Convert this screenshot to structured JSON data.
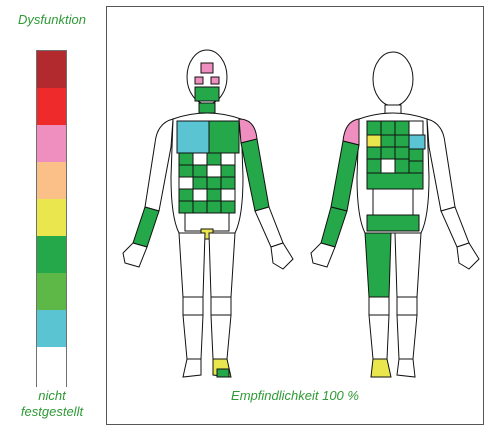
{
  "legend": {
    "title": "Dysfunktion",
    "bottom_line1": "nicht",
    "bottom_line2": "festgestellt",
    "colors": [
      "#b2292e",
      "#ee2a2a",
      "#ef8fbf",
      "#fbbf88",
      "#e9e74d",
      "#24a84a",
      "#5db847",
      "#5bc4d3",
      "#ffffff"
    ]
  },
  "caption": "Empfindlichkeit 100 %",
  "palette": {
    "green": "#24a84a",
    "cyan": "#5bc4d3",
    "pink": "#ef8fbf",
    "yellow": "#e9e74d",
    "outline": "#111111"
  }
}
